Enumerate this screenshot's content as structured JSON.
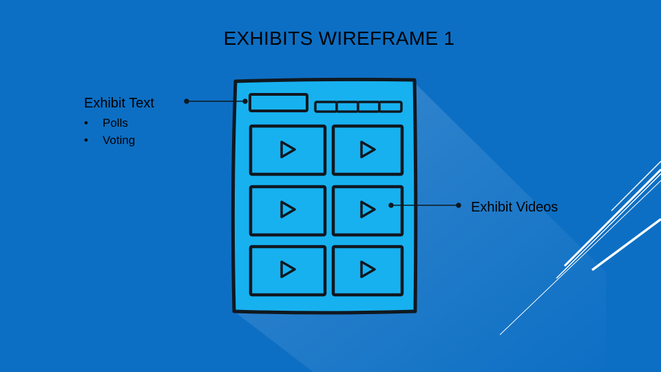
{
  "slide": {
    "title": "EXHIBITS WIREFRAME 1",
    "callouts": {
      "exhibit_text": "Exhibit Text",
      "exhibit_videos": "Exhibit Videos"
    },
    "bullets": [
      "Polls",
      "Voting"
    ]
  },
  "colors": {
    "background": "#0d6fc4",
    "wireframe_fill": "#17b1f0",
    "outline": "#101820",
    "accent_lines": "#ffffff"
  },
  "icons": {
    "video_placeholder": "play-icon"
  }
}
